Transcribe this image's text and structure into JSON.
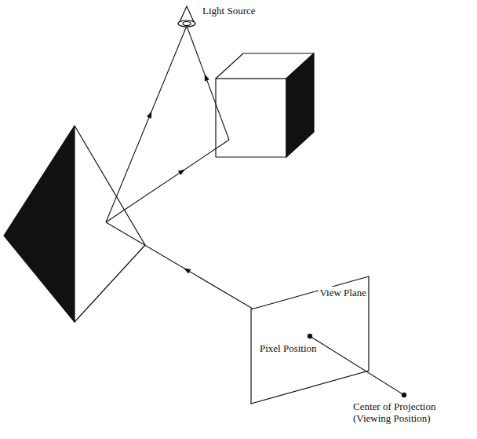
{
  "diagram": {
    "nodes": [
      {
        "text": [
          "View Plane",
          "Pixel Position"
        ]
      }
    ],
    "labels": [
      "Light Source",
      "Center of Projection (Viewing Position)"
    ]
  }
}
